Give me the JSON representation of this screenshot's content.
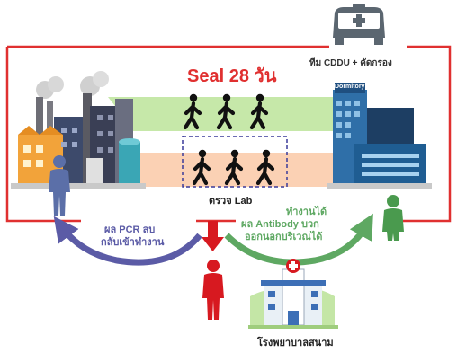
{
  "diagram": {
    "title": "Seal 28 วัน",
    "team_label": "ทีม CDDU + คัดกรอง",
    "lab_label": "ตรวจ Lab",
    "dormitory_sign": "Dormitory",
    "hospital_label": "โรงพยาบาลสนาม",
    "pcr_text_line1": "ผล PCR ลบ",
    "pcr_text_line2": "กลับเข้าทำงาน",
    "antibody_text_line1": "ทำงานได้",
    "antibody_text_line2": "ผล Antibody บวก",
    "antibody_text_line3": "ออกนอกบริเวณได้"
  },
  "colors": {
    "frame": "#e03030",
    "title": "#e03030",
    "green_band": "#c6e8a9",
    "orange_band": "#fbd1b4",
    "pcr_arrow": "#5b5ba6",
    "antibody_arrow": "#5ea862",
    "red_person": "#d71920",
    "worker": "#5b6fa8",
    "recovered_person": "#4a9a4e",
    "ambulance": "#5b6670",
    "dashed_box": "#3a3a9a"
  },
  "icons": {
    "walkers_top": "walking-person-icon",
    "walkers_bottom": "walking-person-icon",
    "vehicle": "ambulance-icon",
    "hospital": "hospital-icon",
    "factory": "factory-icon",
    "dormitory": "dormitory-building-icon"
  }
}
